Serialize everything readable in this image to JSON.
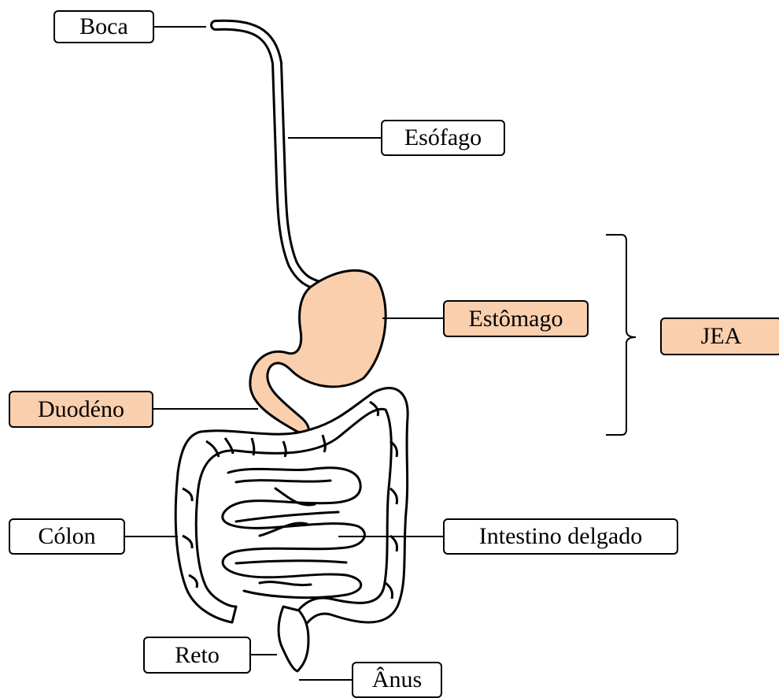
{
  "labels": {
    "boca": "Boca",
    "esofago": "Esófago",
    "estomago": "Estômago",
    "jea": "JEA",
    "duodeno": "Duodéno",
    "colon": "Cólon",
    "intestino": "Intestino delgado",
    "reto": "Reto",
    "anus": "Ânus"
  },
  "colors": {
    "highlight": "#f9cfae",
    "outline": "#000000",
    "background": "#ffffff"
  }
}
